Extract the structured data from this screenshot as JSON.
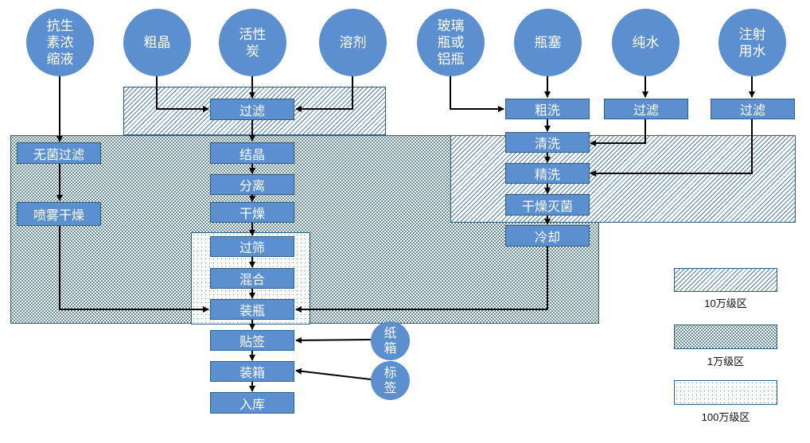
{
  "circles": {
    "antibiotic": "抗生\n素浓\n缩液",
    "crude_crystal": "粗晶",
    "activated_carbon": "活性\n炭",
    "solvent": "溶剂",
    "bottle": "玻璃\n瓶或\n铝瓶",
    "stopper": "瓶塞",
    "pure_water": "纯水",
    "injection_water": "注射\n用水",
    "carton": "纸\n箱",
    "label": "标\n签"
  },
  "steps": {
    "filter_main": "过滤",
    "sterile_filter": "无菌过滤",
    "spray_dry": "喷雾干燥",
    "crystallize": "结晶",
    "separate": "分离",
    "dry": "干燥",
    "sieve": "过筛",
    "mix": "混合",
    "fill": "装瓶",
    "labeling": "贴签",
    "boxing": "装箱",
    "storage": "入库",
    "rough_wash": "粗洗",
    "filter_pure": "过滤",
    "filter_inj": "过滤",
    "clean_wash": "清洗",
    "fine_wash": "精洗",
    "dry_sterilize": "干燥灭菌",
    "cool": "冷却"
  },
  "legend": {
    "zone_100k": "10万级区",
    "zone_10k": "1万级区",
    "zone_1m": "100万级区"
  },
  "colors": {
    "node_fill": "#5b8fd0",
    "node_border": "#2e5f86",
    "arrow": "#000000"
  }
}
